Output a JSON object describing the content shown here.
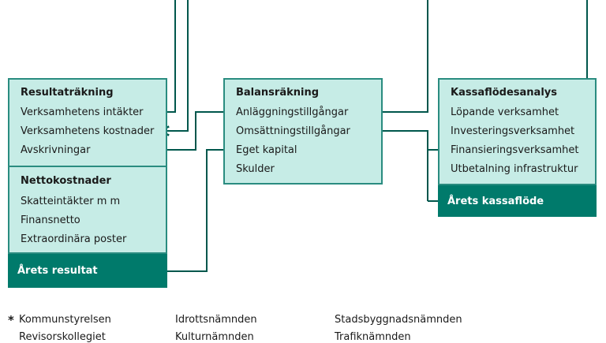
{
  "resultatrakning": {
    "title": "Resultaträkning",
    "items": [
      "Verksamhetens intäkter",
      "Verksamhetens kostnader",
      "Avskrivningar"
    ]
  },
  "nettokostnader": {
    "title": "Nettokostnader",
    "items": [
      "Skatteintäkter m m",
      "Finansnetto",
      "Extraordinära poster"
    ],
    "result": "Årets resultat"
  },
  "balansrakning": {
    "title": "Balansräkning",
    "items": [
      "Anläggningstillgångar",
      "Omsättningstillgångar",
      "Eget kapital",
      "Skulder"
    ]
  },
  "kassaflode": {
    "title": "Kassaflödesanalys",
    "items": [
      "Löpande verksamhet",
      "Investeringsverksamhet",
      "Finansieringsverksamhet",
      "Utbetalning infrastruktur"
    ],
    "result": "Årets kassaflöde"
  },
  "legend": {
    "marker": "*",
    "col1": [
      "Kommunstyrelsen",
      "Revisorskollegiet"
    ],
    "col2": [
      "Idrottsnämnden",
      "Kulturnämnden"
    ],
    "col3": [
      "Stadsbyggnadsnämnden",
      "Trafiknämnden"
    ]
  },
  "colors": {
    "box_fill": "#c6ece6",
    "border": "#2a8c80",
    "accent": "#007a6b",
    "line": "#00574c"
  }
}
